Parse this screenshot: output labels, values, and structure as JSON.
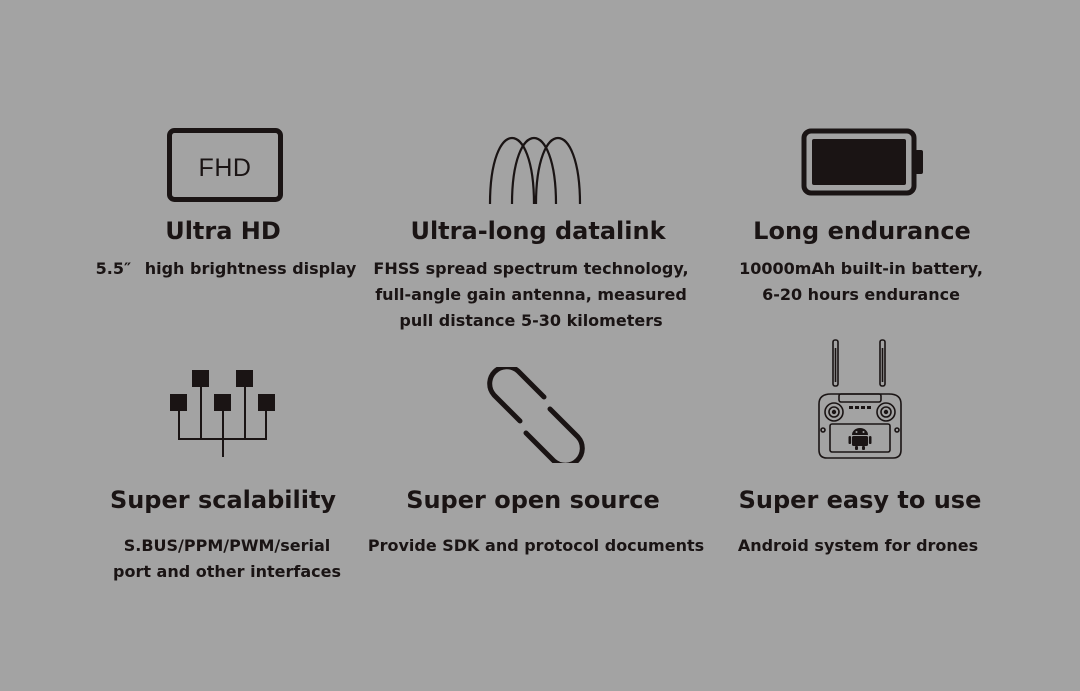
{
  "features": [
    {
      "icon": "fhd-display-icon",
      "icon_text": "FHD",
      "title": "Ultra HD",
      "description": "5.5″  high brightness display"
    },
    {
      "icon": "antenna-signal-icon",
      "title": "Ultra-long datalink",
      "description": "FHSS spread spectrum technology,\nfull-angle gain antenna, measured\n pull distance 5-30 kilometers"
    },
    {
      "icon": "battery-icon",
      "title": "Long endurance",
      "description": "10000mAh built-in battery,\n6-20 hours endurance"
    },
    {
      "icon": "interface-tree-icon",
      "title": "Super scalability",
      "description": "S.BUS/PPM/PWM/serial\nport and other interfaces"
    },
    {
      "icon": "chain-link-icon",
      "title": "Super open source",
      "description": "Provide SDK and protocol documents"
    },
    {
      "icon": "remote-controller-icon",
      "title": "Super easy to use",
      "description": "Android system for drones"
    }
  ],
  "colors": {
    "background": "#a3a3a3",
    "foreground": "#1a1414"
  }
}
